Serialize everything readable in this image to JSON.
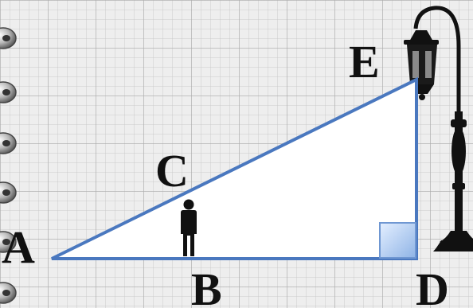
{
  "diagram": {
    "points": {
      "A": "A",
      "B": "B",
      "C": "C",
      "D": "D",
      "E": "E"
    }
  },
  "colors": {
    "line": "#4a78bf",
    "triangle_fill": "#ffffff",
    "right_angle_fill": "#a9c8ef",
    "lamp": "#111111",
    "person": "#111111",
    "label": "#111111"
  },
  "icons": {
    "person": "person-silhouette-icon",
    "lamp": "street-lamp-icon",
    "binding": "notebook-ring-icon"
  }
}
